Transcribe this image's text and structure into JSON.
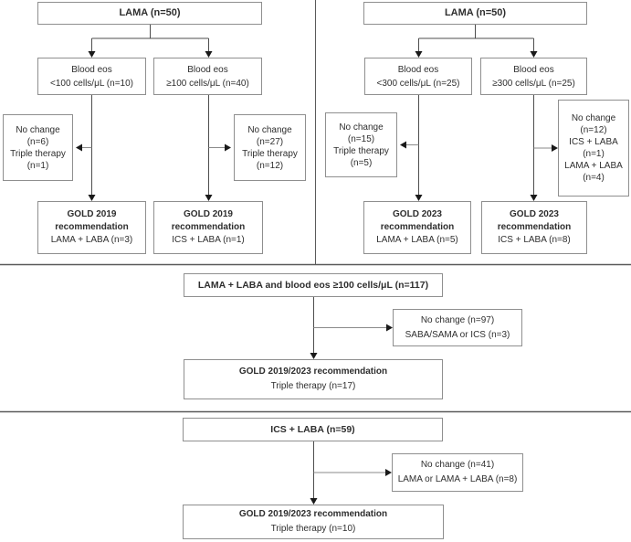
{
  "figure": {
    "panel_2019": {
      "root": "LAMA (n=50)",
      "child_low": [
        "Blood eos",
        "<100 cells/μL (n=10)"
      ],
      "child_high": [
        "Blood eos",
        "≥100 cells/μL (n=40)"
      ],
      "side_low": [
        "No change",
        "(n=6)",
        "Triple therapy",
        "(n=1)"
      ],
      "side_high": [
        "No change",
        "(n=27)",
        "Triple therapy",
        "(n=12)"
      ],
      "gold_low": {
        "title1": "GOLD 2019",
        "title2": "recommendation",
        "value": "LAMA + LABA (n=3)"
      },
      "gold_high": {
        "title1": "GOLD 2019",
        "title2": "recommendation",
        "value": "ICS + LABA (n=1)"
      }
    },
    "panel_2023": {
      "root": "LAMA (n=50)",
      "child_low": [
        "Blood eos",
        "<300 cells/μL (n=25)"
      ],
      "child_high": [
        "Blood eos",
        "≥300 cells/μL (n=25)"
      ],
      "side_low": [
        "No change",
        "(n=15)",
        "Triple therapy",
        "(n=5)"
      ],
      "side_high": [
        "No change",
        "(n=12)",
        "ICS + LABA",
        "(n=1)",
        "LAMA + LABA",
        "(n=4)"
      ],
      "gold_low": {
        "title1": "GOLD 2023",
        "title2": "recommendation",
        "value": "LAMA + LABA (n=5)"
      },
      "gold_high": {
        "title1": "GOLD 2023",
        "title2": "recommendation",
        "value": "ICS + LABA (n=8)"
      }
    },
    "panel_lama_laba": {
      "root": "LAMA + LABA and blood eos ≥100 cells/μL (n=117)",
      "side": [
        "No change (n=97)",
        "SABA/SAMA or ICS (n=3)"
      ],
      "gold": {
        "title": "GOLD 2019/2023 recommendation",
        "value": "Triple therapy (n=17)"
      }
    },
    "panel_ics_laba": {
      "root": "ICS + LABA (n=59)",
      "side": [
        "No change (n=41)",
        "LAMA or LAMA + LABA (n=8)"
      ],
      "gold": {
        "title": "GOLD 2019/2023 recommendation",
        "value": "Triple therapy (n=10)"
      }
    },
    "colors": {
      "box_border": "#8f8f8f",
      "connector": "#4d4d4d",
      "text": "#2e2e2e",
      "background": "#ffffff"
    }
  }
}
